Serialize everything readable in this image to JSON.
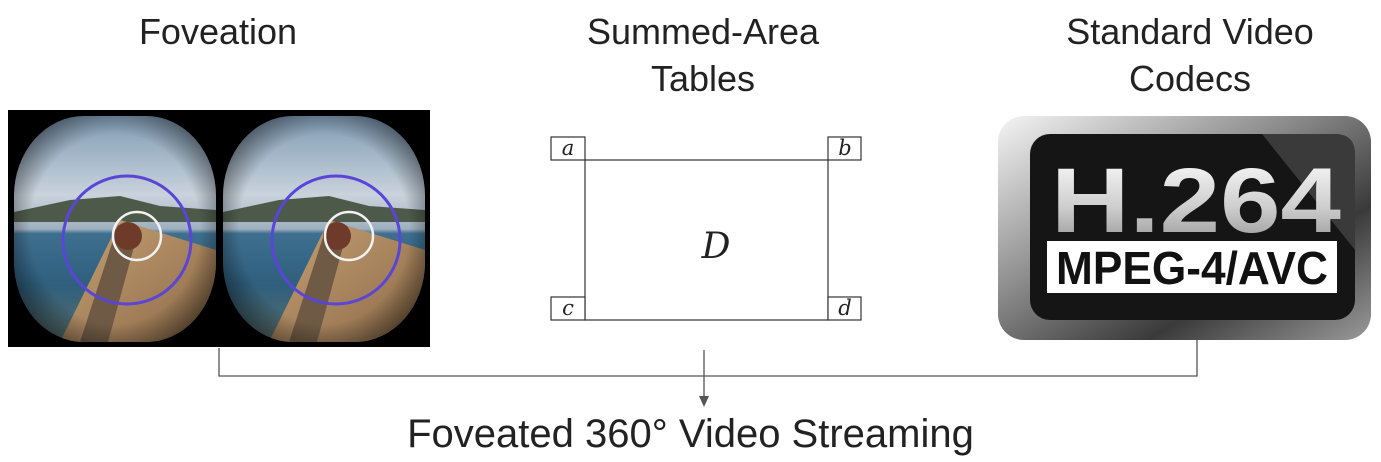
{
  "headings": {
    "foveation": "Foveation",
    "sat_line1": "Summed-Area",
    "sat_line2": "Tables",
    "codecs_line1": "Standard Video",
    "codecs_line2": "Codecs"
  },
  "sat_diagram": {
    "corner_a": "a",
    "corner_b": "b",
    "corner_c": "c",
    "corner_d": "d",
    "region": "D"
  },
  "codec_logo": {
    "line1": "H.264",
    "line2": "MPEG-4/AVC"
  },
  "result_title": "Foveated 360° Video Streaming",
  "colors": {
    "text": "#222222",
    "fovea_outer_ring": "#5a45d6",
    "fovea_inner_ring": "#f2f2f2",
    "arrow": "#555555"
  }
}
